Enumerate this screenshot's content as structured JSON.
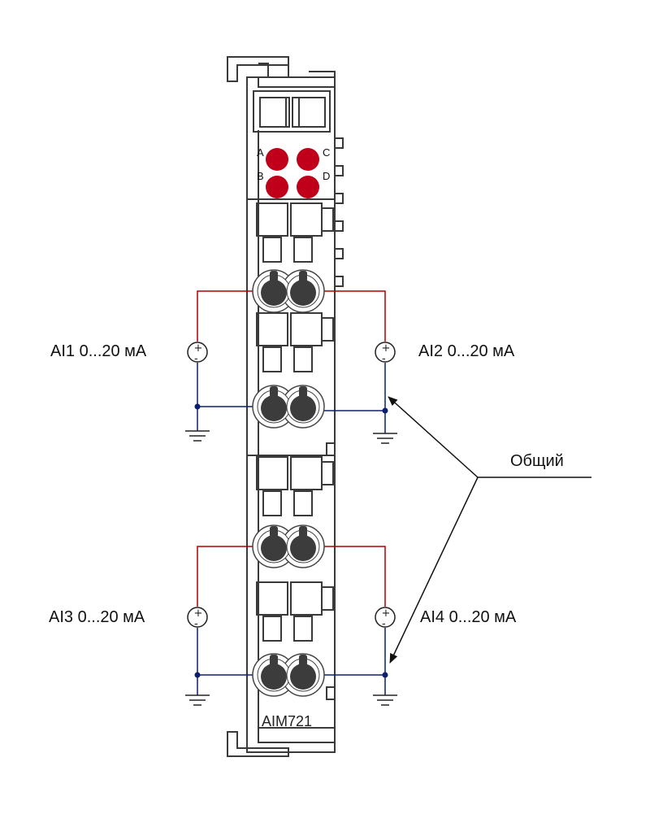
{
  "module": {
    "model": "AIM721"
  },
  "leds": [
    {
      "label": "A"
    },
    {
      "label": "B"
    },
    {
      "label": "C"
    },
    {
      "label": "D"
    }
  ],
  "channels": [
    {
      "label": "AI1 0...20 мА"
    },
    {
      "label": "AI2 0...20 мА"
    },
    {
      "label": "AI3 0...20 мА"
    },
    {
      "label": "AI4 0...20 мА"
    }
  ],
  "common_label": "Общий",
  "colors": {
    "outline": "#3a3a3a",
    "led": "#c0001a",
    "signal_wire": "#b00000",
    "common_wire": "#0b1f6e",
    "terminal": "#3c3c3c"
  }
}
